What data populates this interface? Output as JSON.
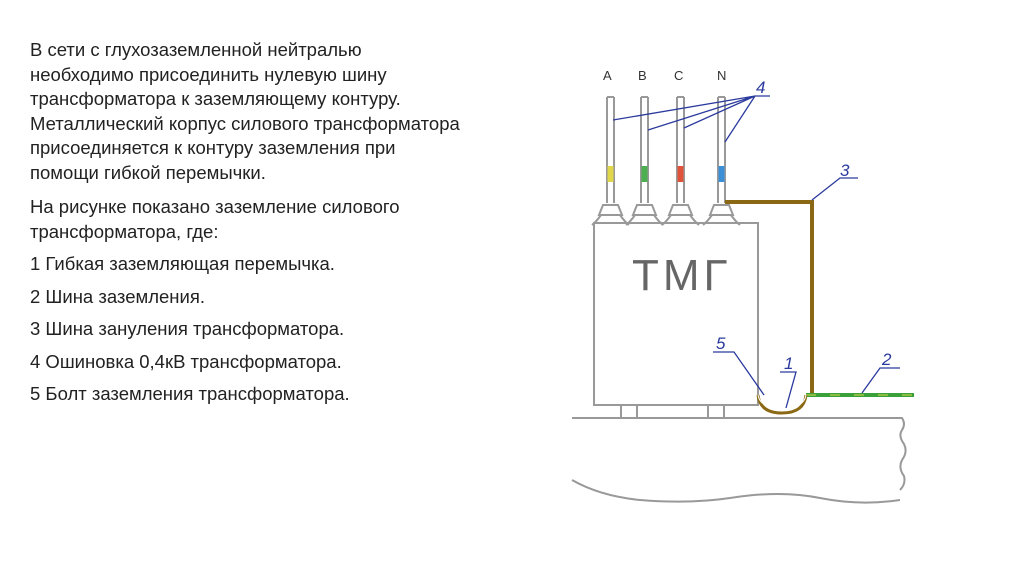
{
  "text": {
    "paragraph1": "В сети с глухозаземленной нейтралью необходимо присоединить нулевую шину трансформатора к заземляющему контуру. Металлический корпус силового трансформатора присоединяется к контуру заземления при помощи гибкой перемычки.",
    "paragraph2": "На рисунке показано заземление силового трансформатора, где:",
    "item1": "1 Гибкая заземляющая перемычка.",
    "item2": "2 Шина заземления.",
    "item3": "3 Шина зануления трансформатора.",
    "item4": "4 Ошиновка 0,4кВ трансформатора.",
    "item5": "5 Болт заземления трансформатора."
  },
  "diagram": {
    "phases": [
      "A",
      "B",
      "C",
      "N"
    ],
    "phase_colors": [
      "#e0d84a",
      "#4caf50",
      "#e0533a",
      "#3a8fd6"
    ],
    "transformer_label": "ТМГ",
    "callouts": {
      "c1": "1",
      "c2": "2",
      "c3": "3",
      "c4": "4",
      "c5": "5"
    },
    "colors": {
      "zero_bus": "#8b6914",
      "ground_bus": "#3aa03a",
      "leader": "#2b3a9e",
      "outline": "#888888"
    }
  }
}
